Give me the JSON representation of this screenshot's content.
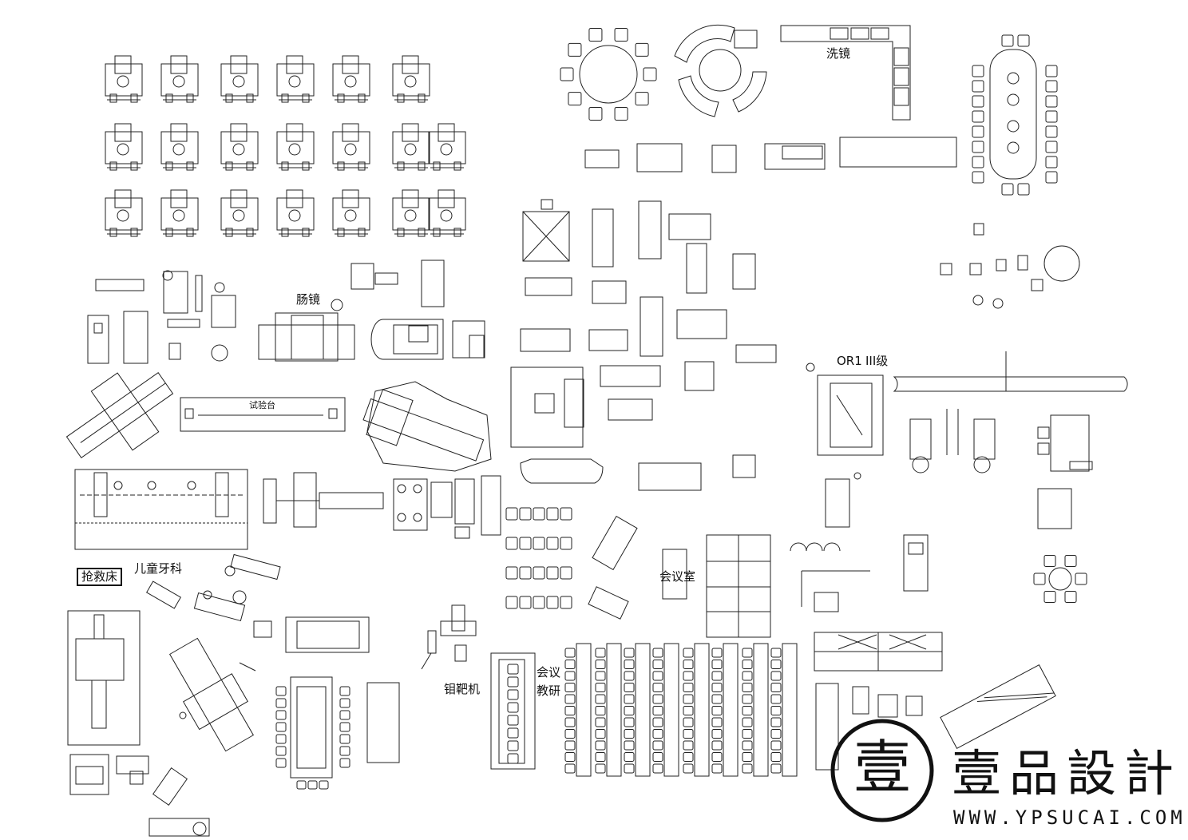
{
  "labels": {
    "mirror": "洗镜",
    "colonoscope": "肠镜",
    "test_bench": "试验台",
    "or1": "OR1",
    "level3": "III级",
    "rescue_bed": "抢救床",
    "pediatric_dentistry": "儿童牙科",
    "meeting_room": "会议室",
    "meeting_teaching_1": "会议",
    "meeting_teaching_2": "教研",
    "molybdenum_target": "钼靶机"
  },
  "watermark": {
    "logo_glyph": "壹",
    "name": "壹品設計",
    "url": "WWW.YPSUCAI.COM"
  },
  "colors": {
    "line": "#222222",
    "background": "#ffffff"
  }
}
